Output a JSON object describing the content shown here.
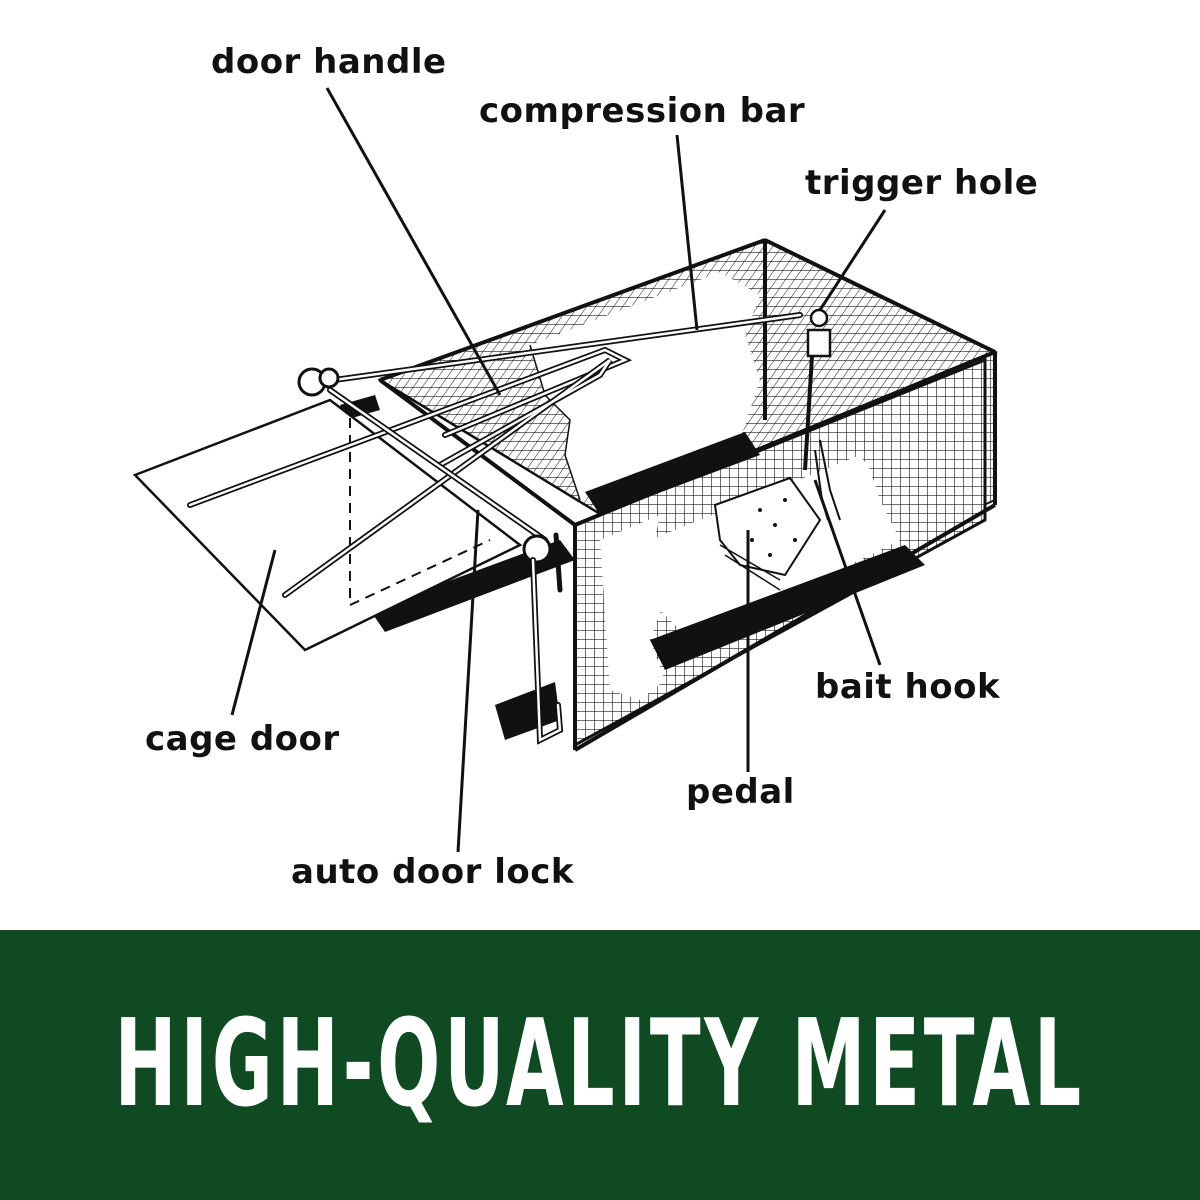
{
  "labels": {
    "door_handle": "door handle",
    "compression_bar": "compression bar",
    "trigger_hole": "trigger hole",
    "cage_door": "cage door",
    "bait_hook": "bait hook",
    "pedal": "pedal",
    "auto_door_lock": "auto door lock"
  },
  "banner": {
    "text": "HIGH-QUALITY METAL",
    "background_color": "#0f4a23",
    "text_color": "#ffffff"
  }
}
